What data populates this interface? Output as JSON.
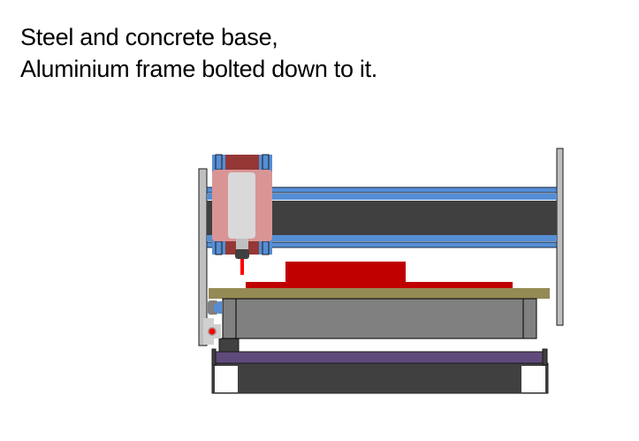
{
  "caption": {
    "line1": "Steel and concrete base,",
    "line2": "Aluminium frame bolted down to it."
  },
  "parts": {
    "gantry_beam": "aluminium extrusion gantry beam",
    "left_upright": "left upright",
    "right_upright": "right upright",
    "spindle_carriage": "spindle carriage",
    "spindle": "spindle",
    "cutting_tool": "cutting tool",
    "workpiece": "workpiece",
    "spoilboard": "spoilboard",
    "bed_extrusion": "bed extrusion",
    "limit_switch": "limit switch",
    "indicator_lamp": "indicator lamp",
    "steel_rail": "steel rail",
    "concrete_base": "concrete base"
  },
  "colors": {
    "rail_blue": "#558ed5",
    "beam_dark": "#404040",
    "upright_gray": "#bfbfbf",
    "carriage_pink": "#d99594",
    "carriage_maroon": "#953735",
    "spindle_white": "#d9d9d9",
    "tool_red": "#ff0000",
    "workpiece_red": "#c00000",
    "spoilboard_olive": "#948a54",
    "bed_gray": "#808080",
    "rail_purple": "#604a7b",
    "outline": "#1a1a1a"
  }
}
